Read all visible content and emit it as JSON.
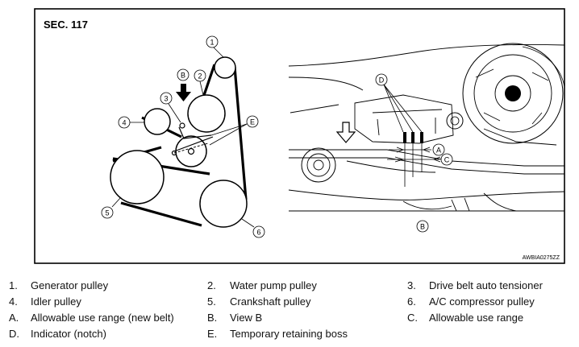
{
  "figure": {
    "section": "SEC. 117",
    "code": "AWBIA0275ZZ",
    "callouts": {
      "n1": "1",
      "n2": "2",
      "n3": "3",
      "n4": "4",
      "n5": "5",
      "n6": "6",
      "B": "B",
      "D": "D",
      "E": "E",
      "A": "A",
      "C": "C",
      "viewB": "B"
    }
  },
  "legend": [
    {
      "key": "1.",
      "text": "Generator pulley"
    },
    {
      "key": "2.",
      "text": "Water pump pulley"
    },
    {
      "key": "3.",
      "text": "Drive belt auto tensioner"
    },
    {
      "key": "4.",
      "text": "Idler pulley"
    },
    {
      "key": "5.",
      "text": "Crankshaft pulley"
    },
    {
      "key": "6.",
      "text": "A/C compressor pulley"
    },
    {
      "key": "A.",
      "text": "Allowable use range (new belt)"
    },
    {
      "key": "B.",
      "text": "View B"
    },
    {
      "key": "C.",
      "text": "Allowable use range"
    },
    {
      "key": "D.",
      "text": "Indicator (notch)"
    },
    {
      "key": "E.",
      "text": "Temporary retaining boss"
    }
  ]
}
